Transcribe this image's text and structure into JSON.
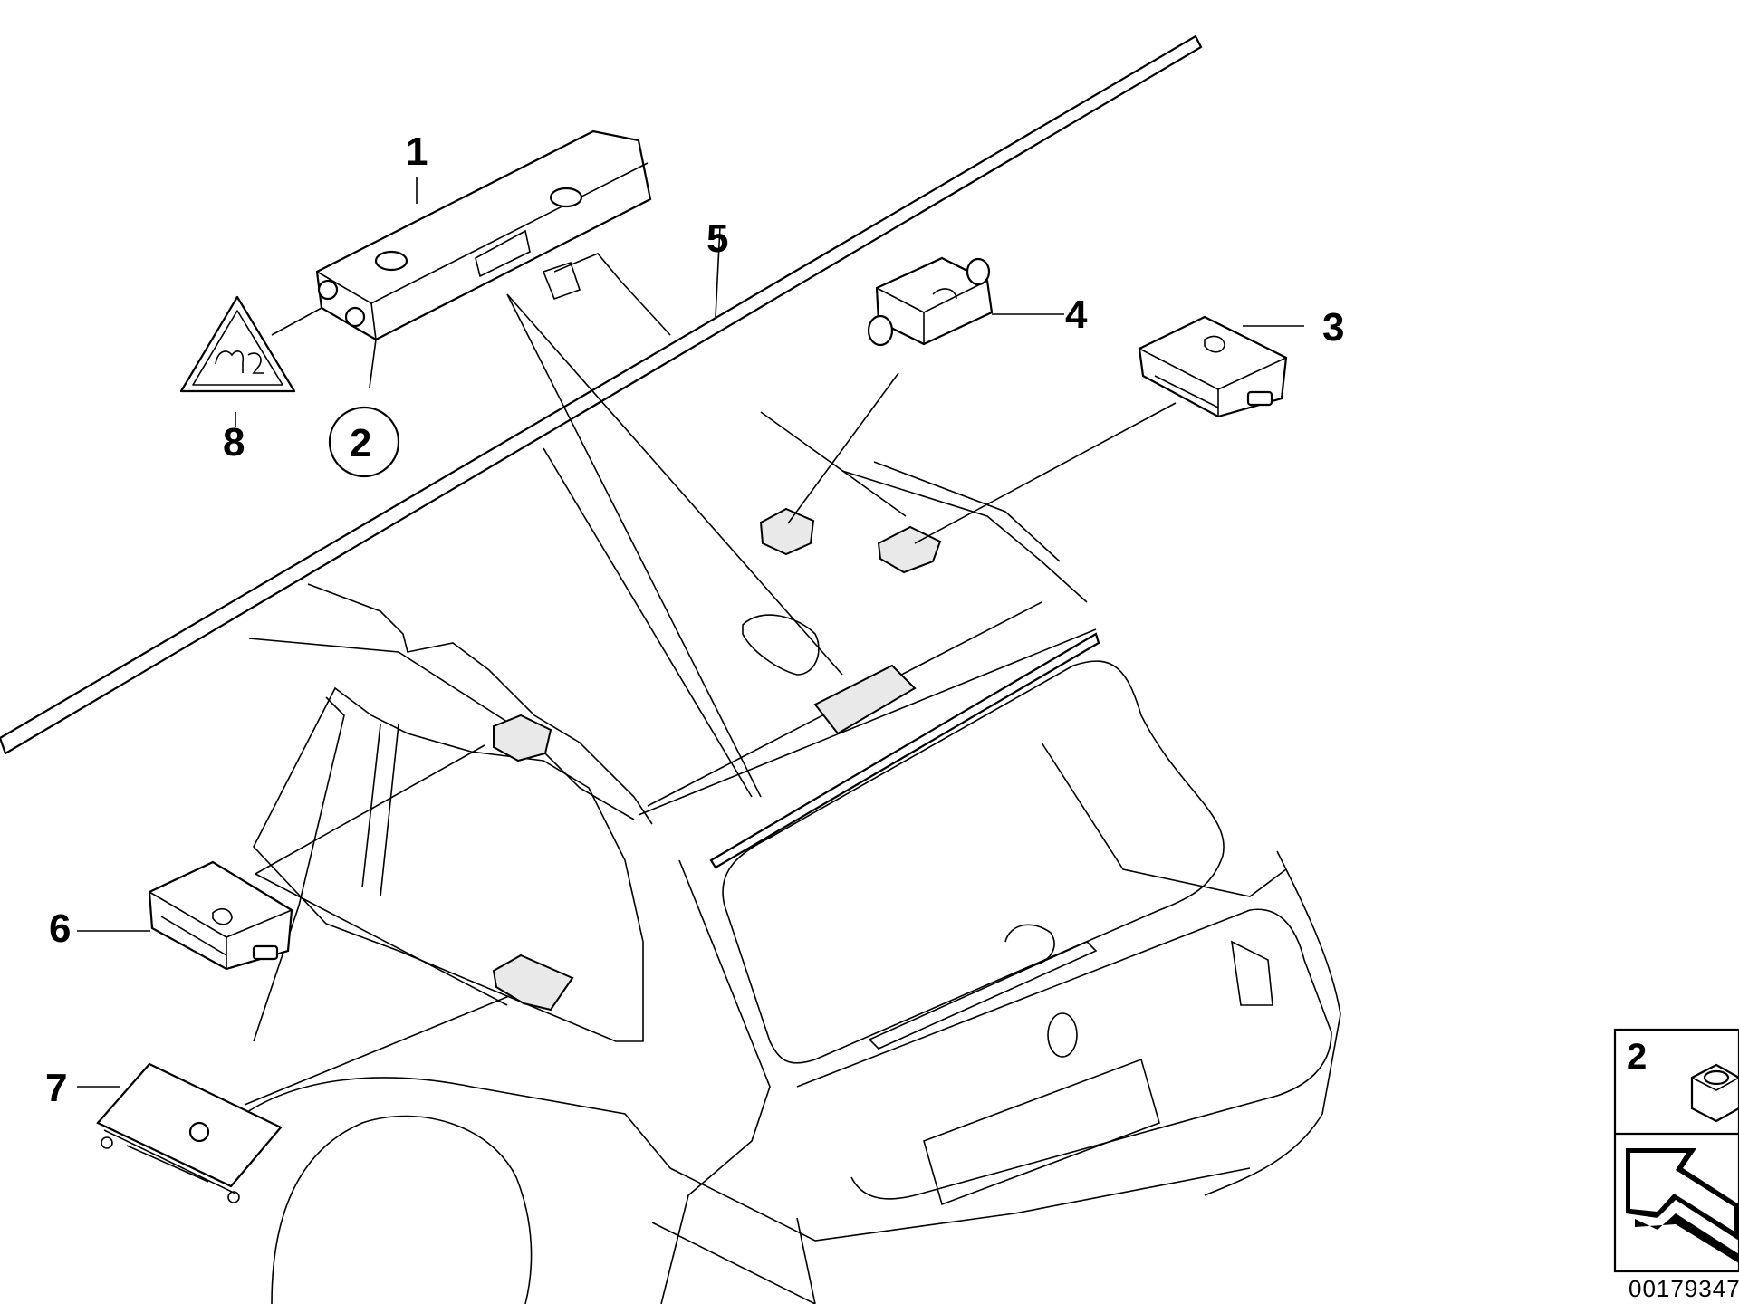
{
  "diagram": {
    "callouts": [
      {
        "id": "1",
        "text": "1"
      },
      {
        "id": "2",
        "text": "2"
      },
      {
        "id": "3",
        "text": "3"
      },
      {
        "id": "4",
        "text": "4"
      },
      {
        "id": "5",
        "text": "5"
      },
      {
        "id": "6",
        "text": "6"
      },
      {
        "id": "7",
        "text": "7"
      },
      {
        "id": "8",
        "text": "8"
      }
    ],
    "legend": {
      "number": "2",
      "icons": [
        "hex-nut-icon",
        "arrow-icon"
      ]
    },
    "drawing_number": "00179347"
  }
}
